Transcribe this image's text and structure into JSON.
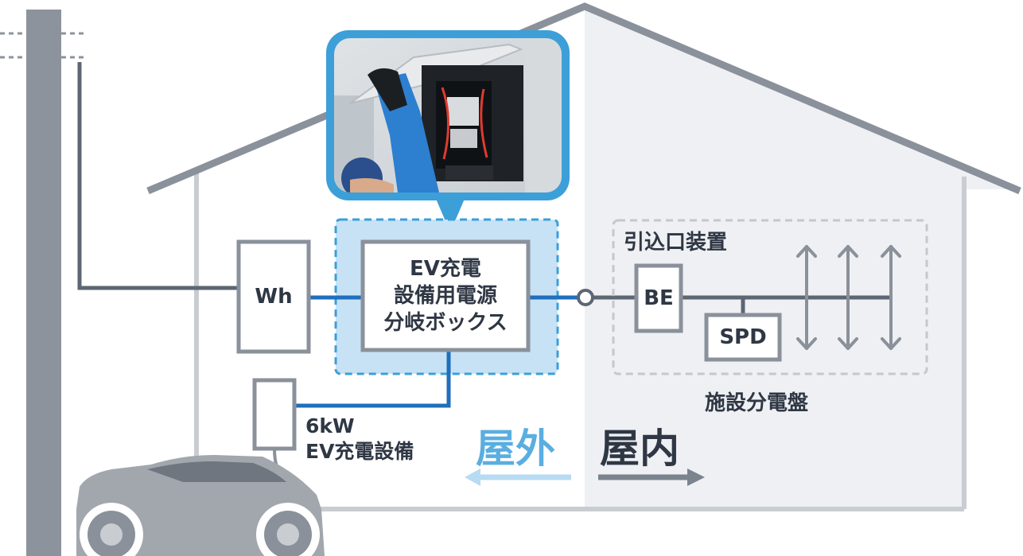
{
  "photo_alt": "Technician installing an EV charging power distribution box",
  "labels": {
    "wh": "Wh",
    "ev_box_line1": "EV充電",
    "ev_box_line2": "設備用電源",
    "ev_box_line3": "分岐ボックス",
    "service_entrance": "引込口装置",
    "be": "BE",
    "spd": "SPD",
    "panel": "施設分電盤",
    "charger_line1": "6kW",
    "charger_line2": "EV充電設備",
    "outdoor": "屋外",
    "indoor": "屋内"
  },
  "colors": {
    "house_wall": "#eef0f3",
    "house_outline": "#9aa0a8",
    "roof": "#8a919b",
    "pole": "#8d939c",
    "wire": "#5d6673",
    "blue_wire": "#1f6fbd",
    "ev_box_bg": "#c7e2f5",
    "photo_border": "#3d9fd8",
    "outdoor_text": "#5aaee0",
    "indoor_text": "#2f3744",
    "car": "#a2a7ae"
  }
}
